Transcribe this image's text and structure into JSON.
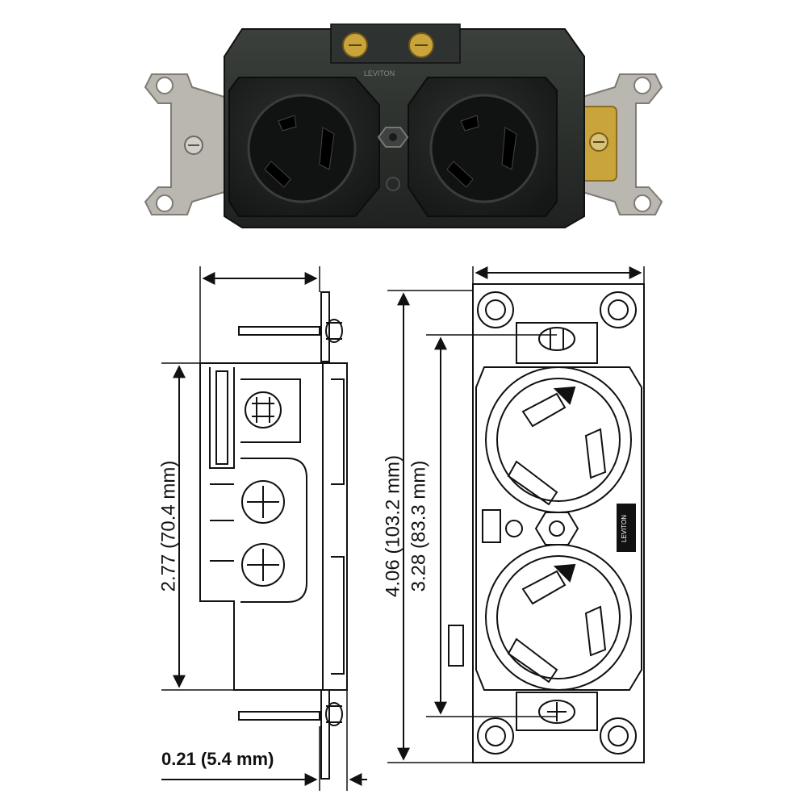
{
  "dimensions": {
    "overall_height": "4.06 (103.2 mm)",
    "mount_spacing": "3.28 (83.3 mm)",
    "body_height": "2.77 (70.4 mm)",
    "strap_thickness": "0.21 (5.4 mm)"
  },
  "brand_mark": "LEVITON",
  "colors": {
    "ink": "#111111",
    "receptacle_body": "#2b2f2c",
    "face": "#1e211f",
    "strap_metal": "#b8b6ae",
    "brass": "#c9a43a"
  }
}
